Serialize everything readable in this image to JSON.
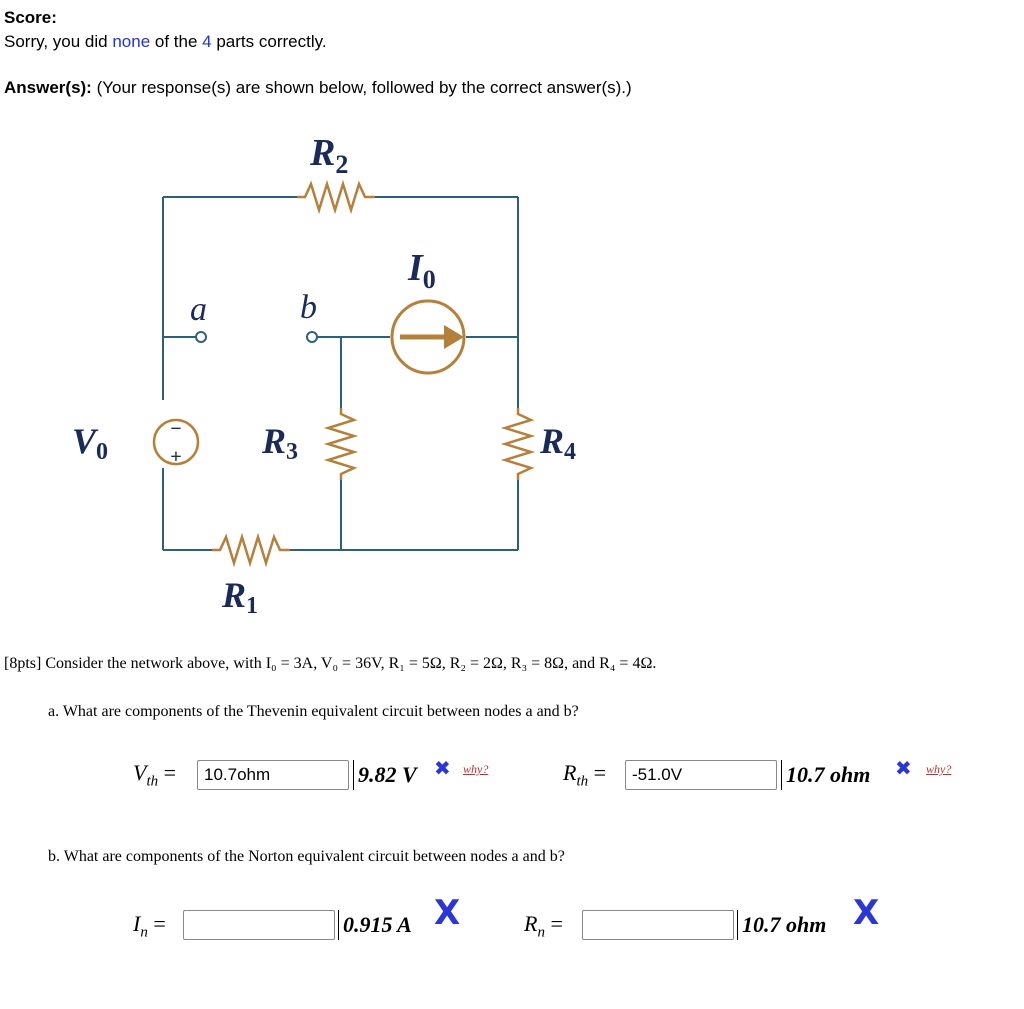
{
  "score": {
    "label": "Score:",
    "prefix": "Sorry, you did ",
    "none": "none",
    "mid": " of the ",
    "count": "4",
    "suffix": " parts correctly."
  },
  "answers": {
    "label": "Answer(s):",
    "text": " (Your response(s) are shown below, followed by the correct answer(s).)"
  },
  "circuit": {
    "labels": {
      "r2": "R2",
      "i0": "I0",
      "a": "a",
      "b": "b",
      "v0": "V0",
      "r3": "R3",
      "r4": "R4",
      "r1": "R1",
      "minus": "−",
      "plus": "+"
    },
    "colors": {
      "wire": "#2d5f7e",
      "component": "#b5803a",
      "text": "#1a2a5a"
    }
  },
  "problem": {
    "text": "[8pts] Consider the network above, with I₀ = 3A, V₀ = 36V, R₁ = 5Ω, R₂ = 2Ω, R₃ = 8Ω, and R₄ = 4Ω."
  },
  "part_a": {
    "question": "a. What are components of the Thevenin equivalent circuit between nodes a and b?",
    "vth": {
      "label": "Vth",
      "response": "10.7ohm",
      "correct": "9.82 V",
      "why": "why?"
    },
    "rth": {
      "label": "Rth",
      "response": "-51.0V",
      "correct": "10.7 ohm",
      "why": "why?"
    }
  },
  "part_b": {
    "question": "b. What are components of the Norton equivalent circuit between nodes a and b?",
    "in": {
      "label": "In",
      "response": "",
      "correct": "0.915 A"
    },
    "rn": {
      "label": "Rn",
      "response": "",
      "correct": "10.7 ohm"
    }
  },
  "marks": {
    "incorrect_icon": "x-mark-icon",
    "color": "#2a36d8"
  }
}
